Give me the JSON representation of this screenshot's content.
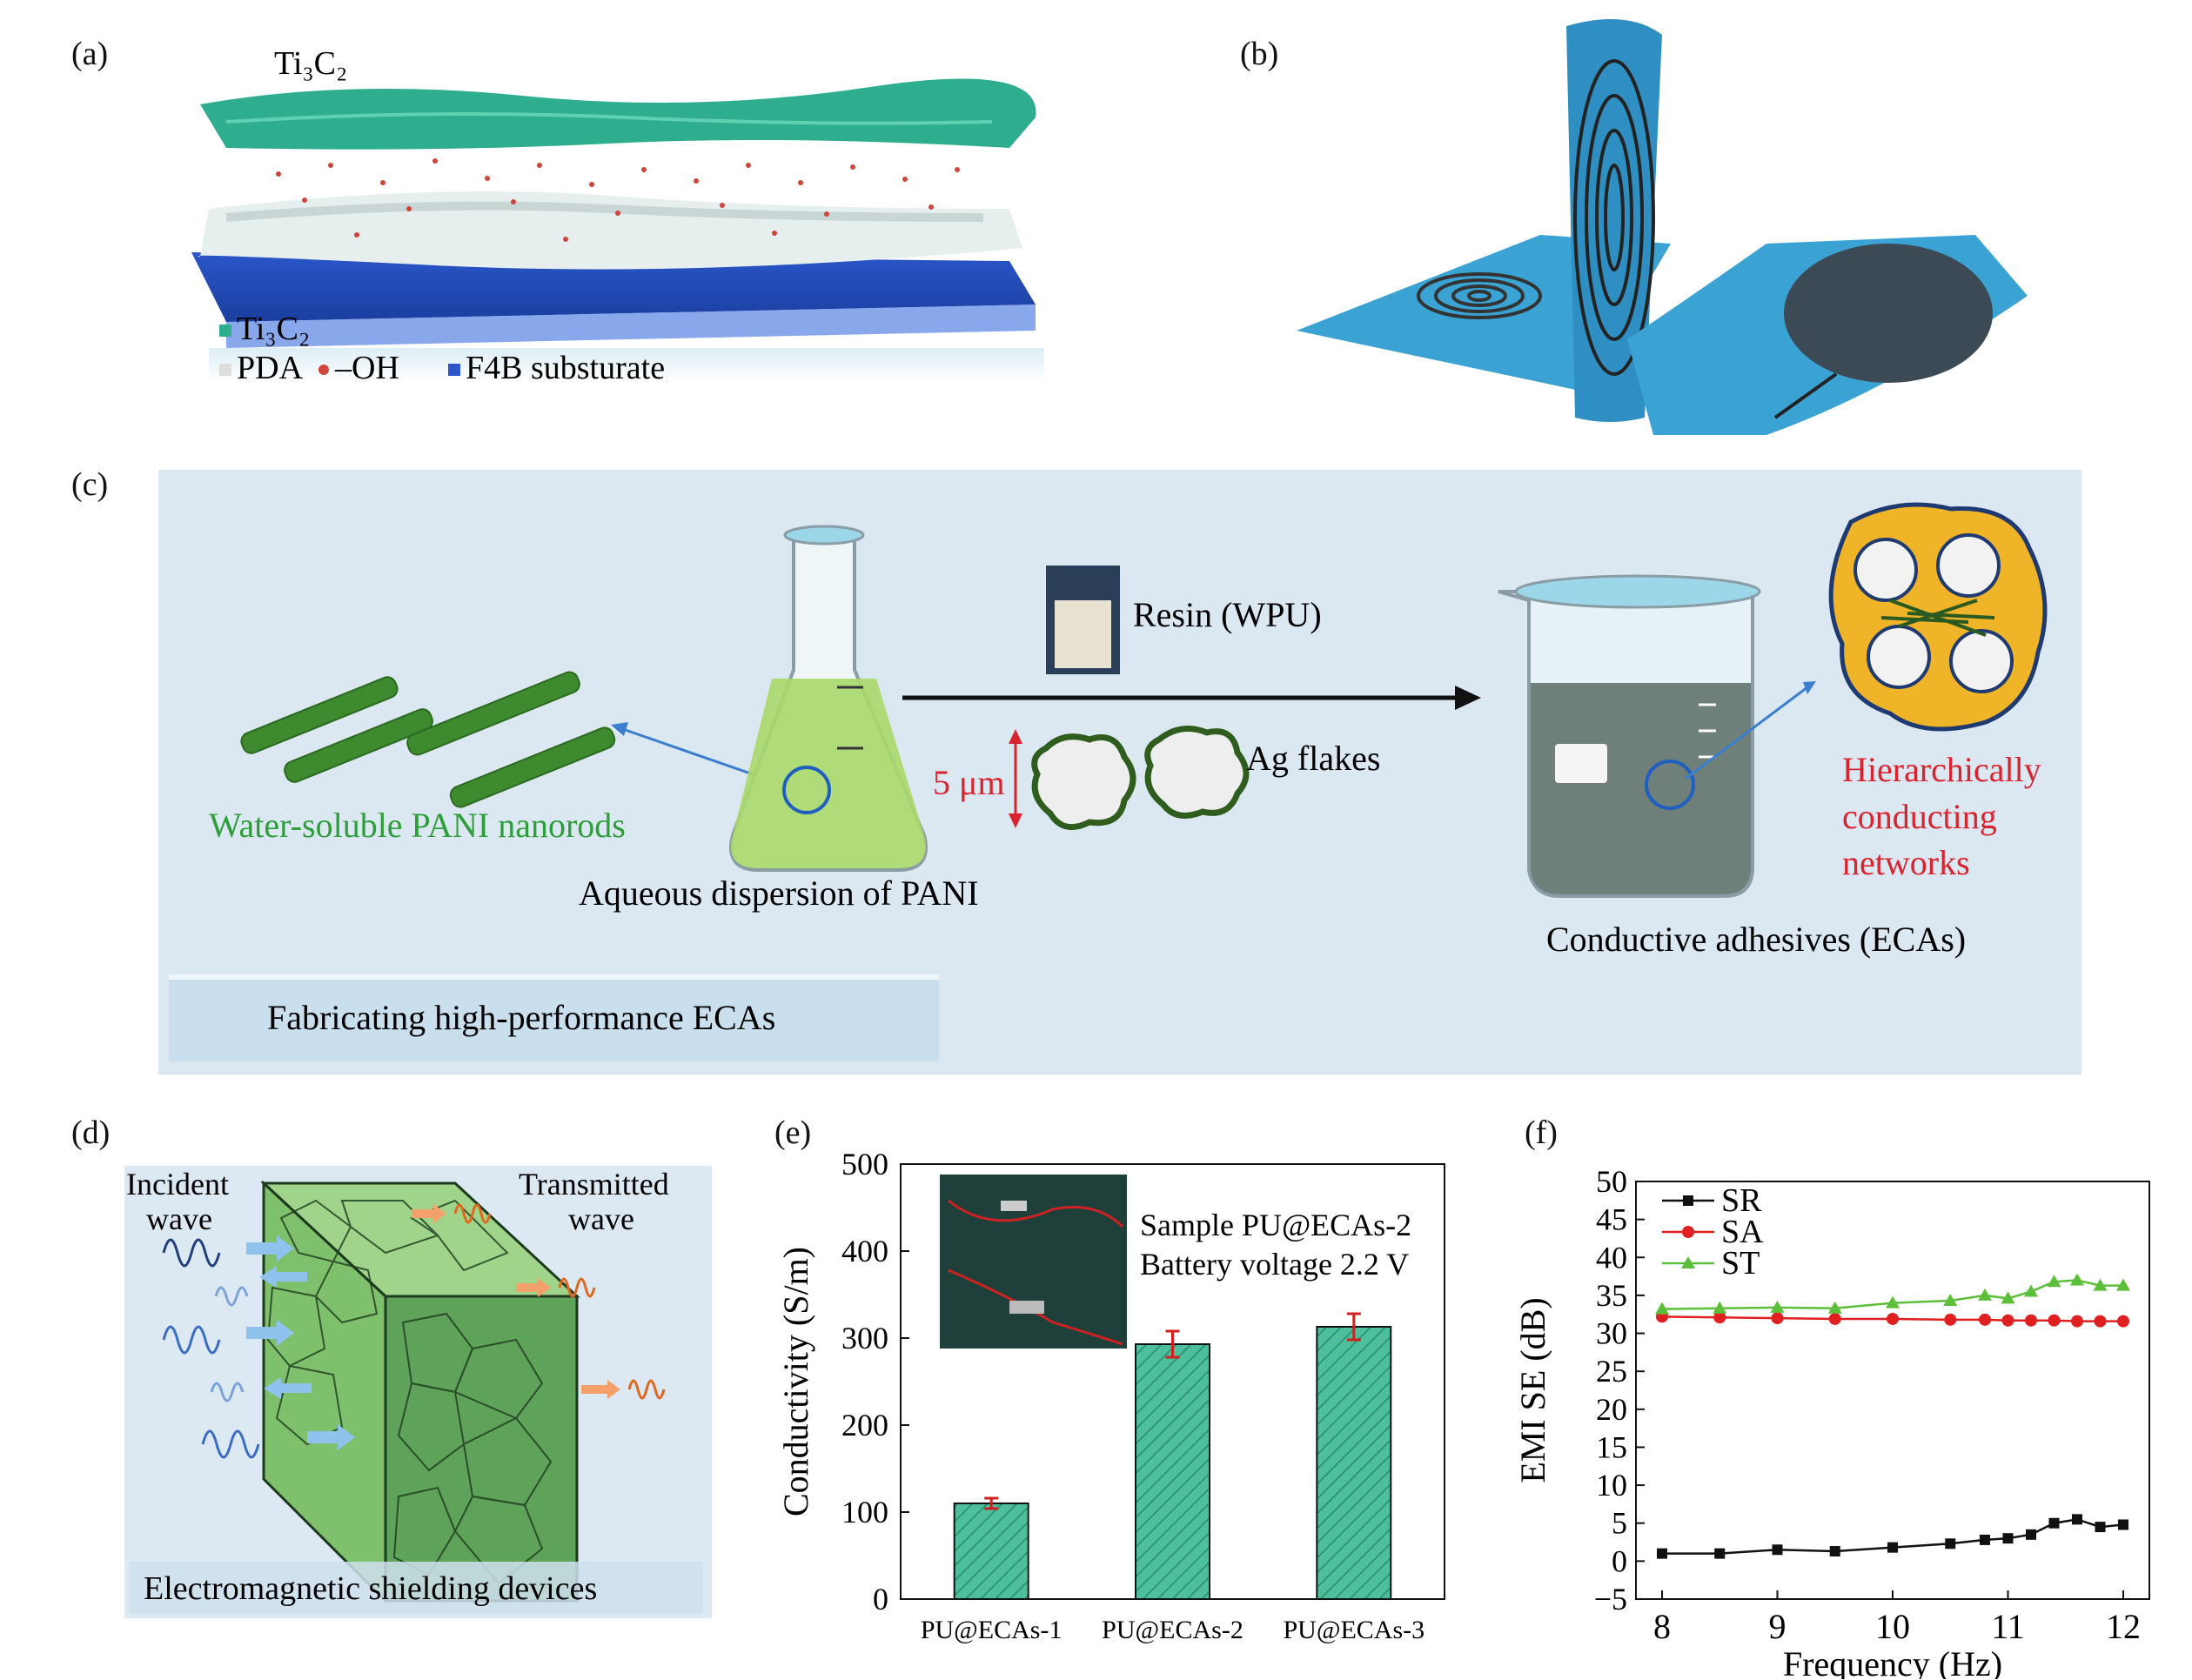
{
  "panels": {
    "a": {
      "letter": "(a)",
      "top_label": "Ti₃C₂",
      "legend": {
        "ti3c2": "Ti₃C₂",
        "pda": "PDA",
        "oh": "–OH",
        "f4b": "F4B substurate"
      }
    },
    "b": {
      "letter": "(b)"
    },
    "c": {
      "letter": "(c)",
      "pani_label": "Water-soluble PANI nanorods",
      "flask_label": "Aqueous dispersion of PANI",
      "resin_label": "Resin (WPU)",
      "ag_label": "Ag flakes",
      "scale_label": "5 μm",
      "beaker_label": "Conductive adhesives (ECAs)",
      "network_label": [
        "Hierarchically",
        "conducting",
        "networks"
      ],
      "banner": "Fabricating high-performance ECAs"
    },
    "d": {
      "letter": "(d)",
      "incident": [
        "Incident",
        "wave"
      ],
      "transmitted": [
        "Transmitted",
        "wave"
      ],
      "banner": "Electromagnetic shielding devices"
    },
    "e": {
      "letter": "(e)",
      "inset_text": [
        "Sample PU@ECAs-2",
        "Battery voltage 2.2 V"
      ]
    },
    "f": {
      "letter": "(f)"
    }
  },
  "colors": {
    "teal": "#2fae8f",
    "panel_bg": "#dbe8f2",
    "green_text": "#2e9e3a",
    "red_text": "#d9232e",
    "sr": "#111111",
    "sa": "#e02020",
    "st": "#5cbf3a"
  },
  "chart_data": [
    {
      "panel": "e",
      "type": "bar",
      "categories": [
        "PU@ECAs-1",
        "PU@ECAs-2",
        "PU@ECAs-3"
      ],
      "values": [
        110,
        293,
        313
      ],
      "errors": [
        6,
        15,
        15
      ],
      "ylabel": "Conductivity (S/m)",
      "ylim": [
        0,
        500
      ],
      "yticks": [
        0,
        100,
        200,
        300,
        400,
        500
      ]
    },
    {
      "panel": "f",
      "type": "line",
      "xlabel": "Frequency (Hz)",
      "ylabel": "EMI SE (dB)",
      "xlim": [
        8,
        12
      ],
      "ylim": [
        -5,
        50
      ],
      "xticks": [
        8,
        9,
        10,
        11,
        12
      ],
      "yticks": [
        -5,
        0,
        5,
        10,
        15,
        20,
        25,
        30,
        35,
        40,
        45,
        50
      ],
      "legend_position": "top-left",
      "x": [
        8.0,
        8.5,
        9.0,
        9.5,
        10.0,
        10.5,
        10.8,
        11.0,
        11.2,
        11.4,
        11.6,
        11.8,
        12.0
      ],
      "series": [
        {
          "name": "SR",
          "marker": "square",
          "values": [
            1.0,
            1.0,
            1.5,
            1.3,
            1.8,
            2.3,
            2.8,
            3.0,
            3.5,
            5.0,
            5.5,
            4.5,
            4.8
          ]
        },
        {
          "name": "SA",
          "marker": "circle",
          "values": [
            32.2,
            32.1,
            32.0,
            31.9,
            31.9,
            31.8,
            31.8,
            31.7,
            31.7,
            31.7,
            31.6,
            31.6,
            31.6
          ]
        },
        {
          "name": "ST",
          "marker": "triangle",
          "values": [
            33.2,
            33.3,
            33.4,
            33.3,
            34.0,
            34.3,
            35.0,
            34.6,
            35.5,
            36.8,
            37.0,
            36.3,
            36.3
          ]
        }
      ]
    }
  ]
}
